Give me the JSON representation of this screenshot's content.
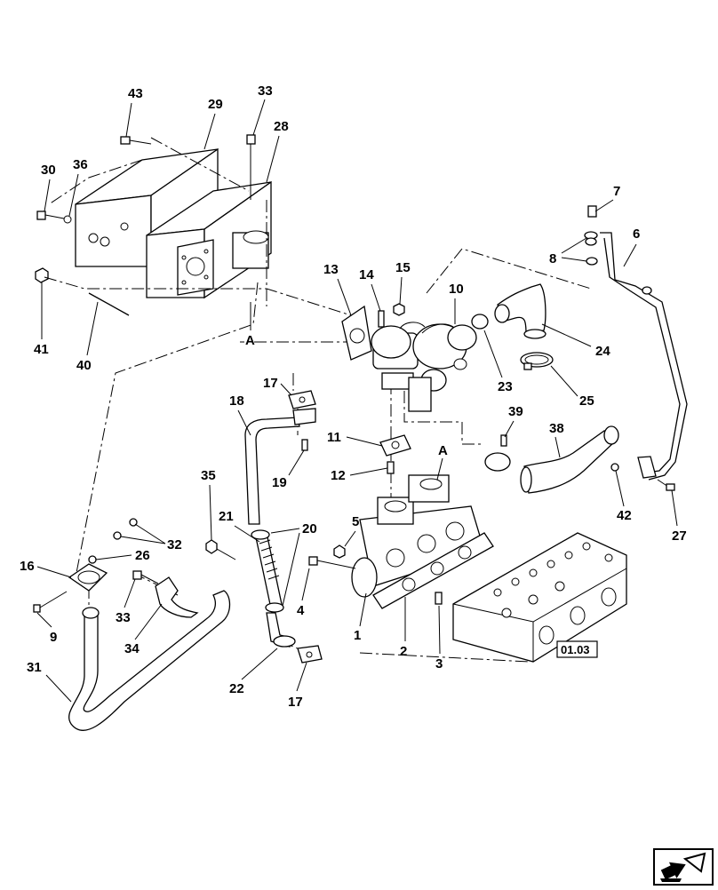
{
  "reference_box": "01.03",
  "section_marks": [
    "A",
    "A"
  ],
  "callouts": [
    "1",
    "2",
    "3",
    "4",
    "5",
    "6",
    "7",
    "8",
    "9",
    "10",
    "11",
    "12",
    "13",
    "14",
    "15",
    "16",
    "17",
    "17",
    "18",
    "19",
    "20",
    "21",
    "22",
    "23",
    "24",
    "25",
    "26",
    "27",
    "28",
    "29",
    "30",
    "31",
    "32",
    "33",
    "33",
    "34",
    "35",
    "36",
    "38",
    "39",
    "40",
    "41",
    "42",
    "43"
  ],
  "nav": {
    "icon": "next-page-arrow-icon"
  }
}
